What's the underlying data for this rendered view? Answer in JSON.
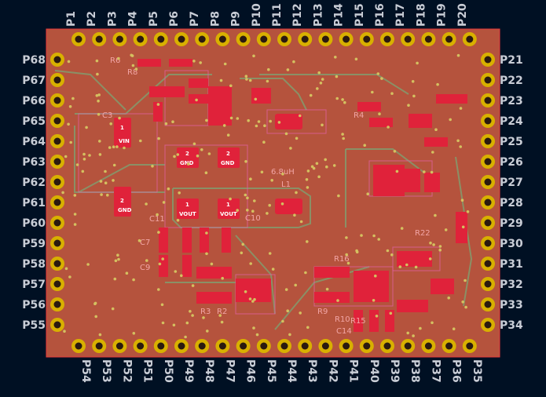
{
  "board": {
    "colors": {
      "background": "#001023",
      "copper": "#b5533d",
      "copper_dark": "#9a4533",
      "trace": "#7fa070",
      "pad": "#e0223a",
      "pad_ring": "#d8b000",
      "via": "#d4c060",
      "label": "#c9cdd6",
      "silk": "#f2a5a5"
    },
    "top_pins": [
      "P1",
      "P2",
      "P3",
      "P4",
      "P5",
      "P6",
      "P7",
      "P8",
      "P9",
      "P10",
      "P11",
      "P12",
      "P13",
      "P14",
      "P15",
      "P16",
      "P17",
      "P18",
      "P19",
      "P20"
    ],
    "bottom_pins": [
      "P54",
      "P53",
      "P52",
      "P51",
      "P50",
      "P49",
      "P48",
      "P47",
      "P46",
      "P45",
      "P44",
      "P43",
      "P42",
      "P41",
      "P40",
      "P39",
      "P38",
      "P37",
      "P36",
      "P35"
    ],
    "left_pins": [
      "P68",
      "P67",
      "P66",
      "P65",
      "P64",
      "P63",
      "P62",
      "P61",
      "P60",
      "P59",
      "P58",
      "P57",
      "P56",
      "P55"
    ],
    "right_pins": [
      "P21",
      "P22",
      "P23",
      "P24",
      "P25",
      "P26",
      "P27",
      "P28",
      "P29",
      "P30",
      "P31",
      "P32",
      "P33",
      "P34"
    ],
    "silkscreen": {
      "inductor_value": "6.8uH",
      "inductor_ref": "L1",
      "cap_c10": "C10",
      "cap_c11": "C11",
      "cap_c7": "C7",
      "cap_c9": "C9",
      "cap_c3": "C3",
      "res_r16": "R16",
      "res_r9": "R9",
      "res_r10": "R10",
      "res_r15": "R15",
      "res_r3": "R3",
      "res_r2": "R2",
      "res_r4": "R4",
      "res_r22": "R22",
      "cap_c14": "C14",
      "res_r6": "R6",
      "res_r8": "R8"
    },
    "pad_labels": {
      "vin": "VIN",
      "gnd": "GND",
      "vout": "VOUT",
      "one": "1",
      "two": "2"
    }
  }
}
